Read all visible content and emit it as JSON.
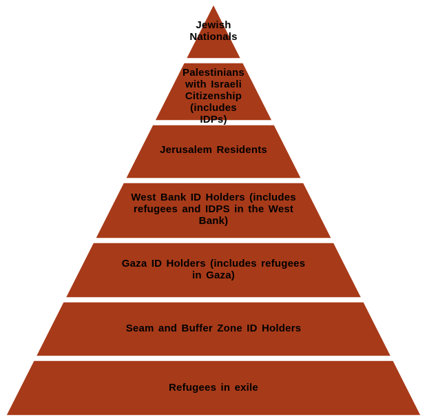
{
  "diagram": {
    "type": "pyramid",
    "tier_count": 7,
    "colors": {
      "tier-fill": "#a73a19",
      "tier-outline": "#ffffff",
      "label-text": "#000000",
      "background": "#ffffff"
    },
    "tiers": [
      {
        "label": "Jewish Nationals"
      },
      {
        "label": "Palestinians with Israeli Citizenship (includes IDPs)"
      },
      {
        "label": "Jerusalem Residents"
      },
      {
        "label": "West Bank ID Holders (includes refugees and IDPS in the West Bank)"
      },
      {
        "label": "Gaza ID Holders (includes refugees in Gaza)"
      },
      {
        "label": "Seam and Buffer Zone ID Holders"
      },
      {
        "label": "Refugees in exile"
      }
    ]
  }
}
